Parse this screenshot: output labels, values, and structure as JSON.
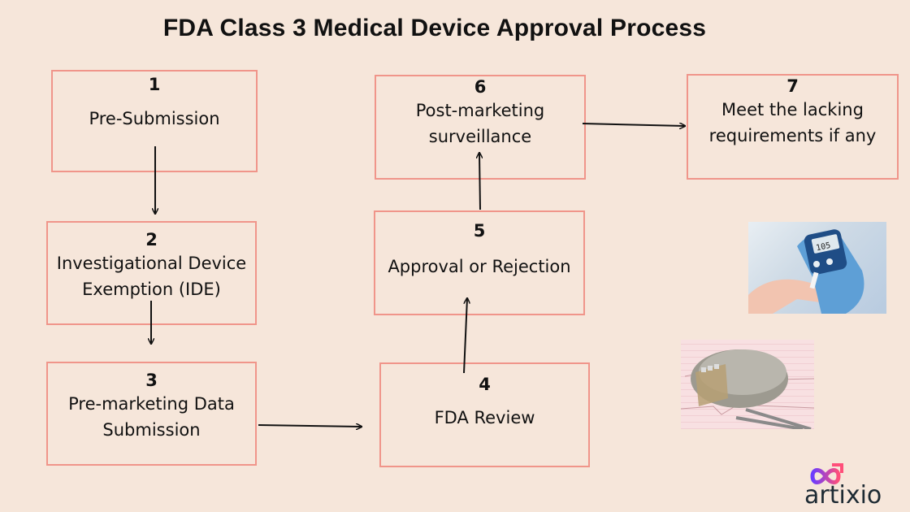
{
  "title": "FDA Class 3 Medical Device Approval Process",
  "steps": [
    {
      "number": "1",
      "label": "Pre-Submission"
    },
    {
      "number": "2",
      "label_lines": [
        "Investigational Device",
        "Exemption (IDE)"
      ]
    },
    {
      "number": "3",
      "label_lines": [
        "Pre-marketing Data",
        "Submission"
      ]
    },
    {
      "number": "4",
      "label": "FDA Review"
    },
    {
      "number": "5",
      "label": "Approval or Rejection"
    },
    {
      "number": "6",
      "label_lines": [
        "Post-marketing",
        "surveillance"
      ]
    },
    {
      "number": "7",
      "label_lines": [
        "Meet the lacking",
        "requirements if any"
      ]
    }
  ],
  "flow": [
    "1→2",
    "2→3",
    "3→4",
    "4→5",
    "5→6",
    "6→7"
  ],
  "images": [
    {
      "name": "glucose-meter-photo",
      "meter_reading": "105"
    },
    {
      "name": "pacemaker-photo"
    }
  ],
  "logo": {
    "text": "artixio"
  },
  "colors": {
    "background": "#f6e6da",
    "box_border": "#f0958a",
    "logo_gradient": [
      "#6b3cff",
      "#ff4f7a"
    ]
  }
}
